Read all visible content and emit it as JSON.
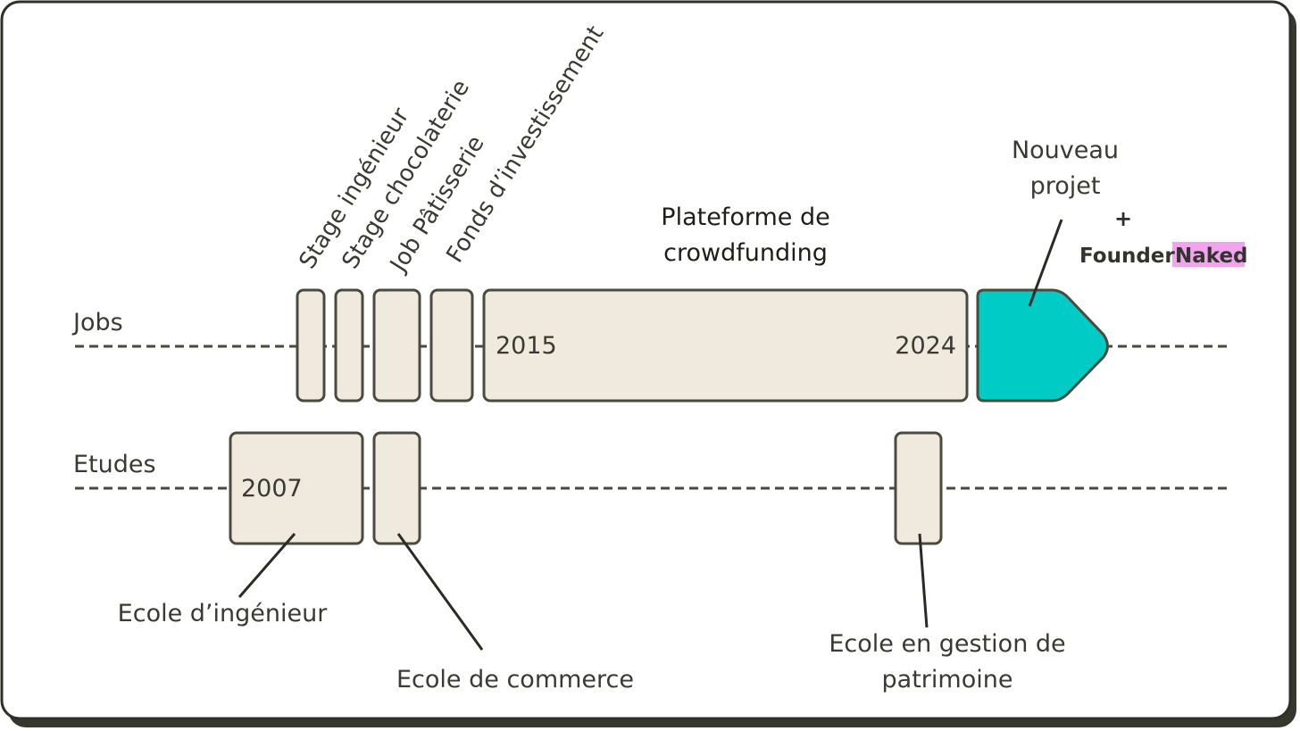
{
  "rows": {
    "jobs_label": "Jobs",
    "etudes_label": "Etudes"
  },
  "job_titles": {
    "stage_ingenieur": "Stage ingénieur",
    "stage_chocolaterie": "Stage chocolaterie",
    "job_patisserie": "Job Pâtisserie",
    "fonds": "Fonds d’investissement"
  },
  "crowdfunding": {
    "title_line1": "Plateforme de",
    "title_line2": "crowdfunding",
    "start_year": "2015",
    "end_year": "2024"
  },
  "nouveau_projet": {
    "line1": "Nouveau",
    "line2": "projet",
    "plus": "+",
    "brand_part1": "Founder",
    "brand_part2": "Naked"
  },
  "etudes": {
    "start_year": "2007",
    "ecole_ingenieur": "Ecole d’ingénieur",
    "ecole_commerce": "Ecole de commerce",
    "ecole_gestion_line1": "Ecole en gestion de",
    "ecole_gestion_line2": "patrimoine"
  },
  "colors": {
    "box_fill": "#f0e9de",
    "box_stroke": "#4a4a3e",
    "arrow_fill": "#00cbc4",
    "brand_highlight": "#f2a3ee",
    "frame_border": "#2f2f2a"
  }
}
